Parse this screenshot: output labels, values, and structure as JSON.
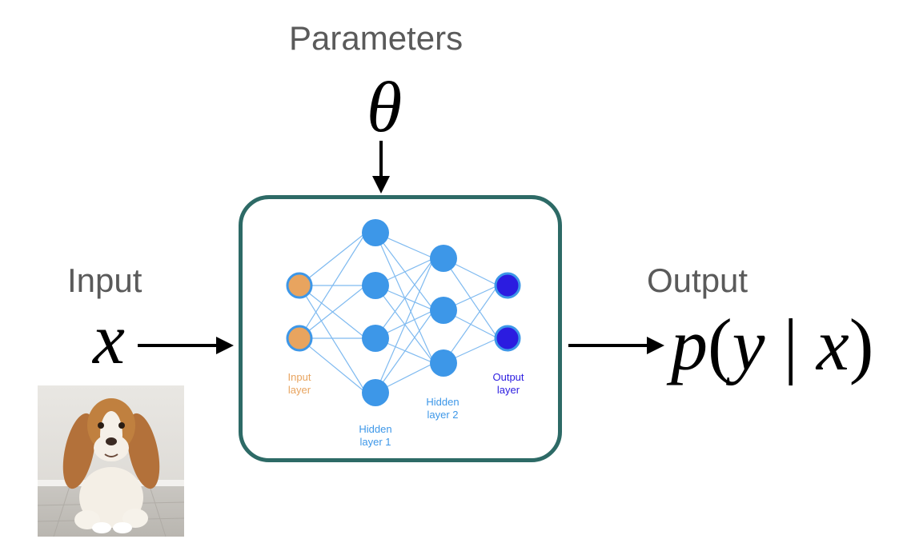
{
  "labels": {
    "parameters": "Parameters",
    "theta": "θ",
    "input": "Input",
    "x": "x",
    "output": "Output",
    "output_p": "p",
    "output_open": "(",
    "output_y": "y",
    "output_bar": " | ",
    "output_x": "x",
    "output_close": ")"
  },
  "network": {
    "input_layer_line1": "Input",
    "input_layer_line2": "layer",
    "hidden1_line1": "Hidden",
    "hidden1_line2": "layer 1",
    "hidden2_line1": "Hidden",
    "hidden2_line2": "layer 2",
    "output_layer_line1": "Output",
    "output_layer_line2": "layer",
    "colors": {
      "input": "#e8a45f",
      "hidden": "#3d97e8",
      "output": "#2b1ce0",
      "edge": "#7fbaf0",
      "box_border": "#2d6a66"
    }
  },
  "photo": {
    "subject": "basset-hound-puppy"
  }
}
